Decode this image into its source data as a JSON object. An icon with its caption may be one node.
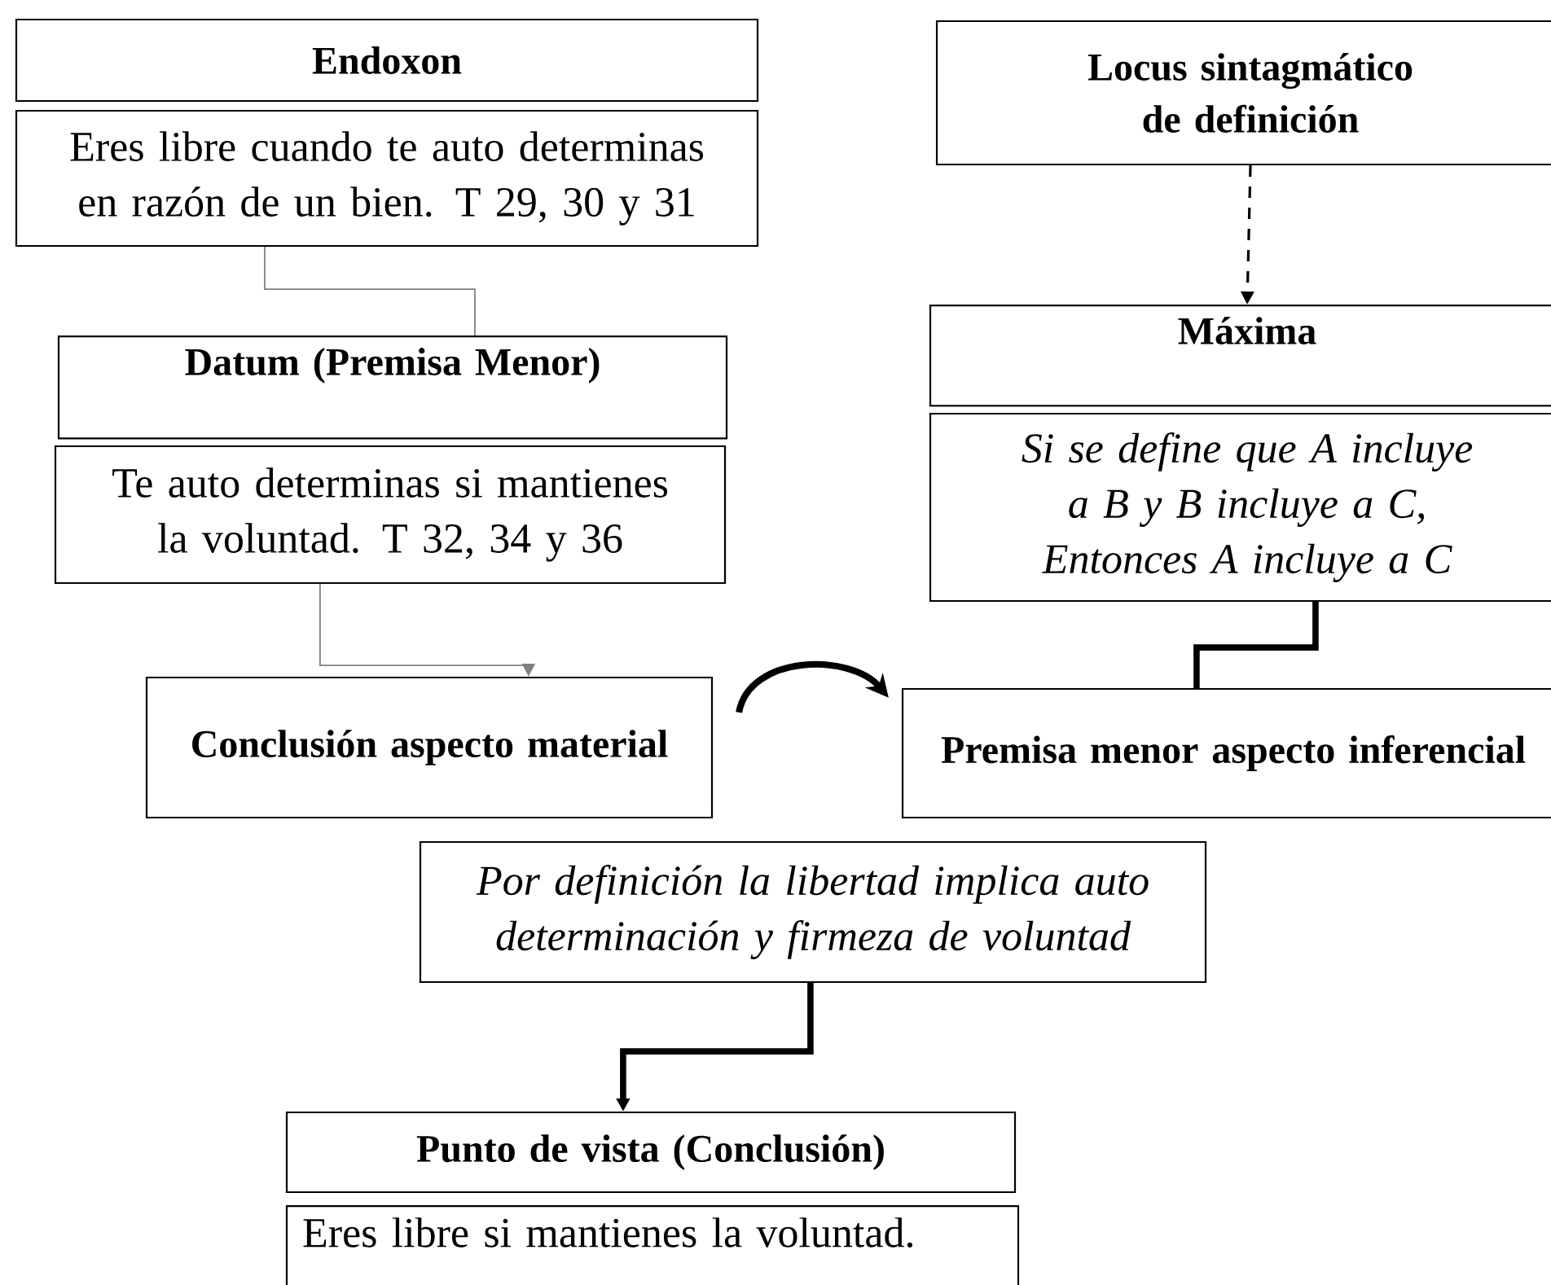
{
  "diagram": {
    "nodes": [
      {
        "text": [
          "Endoxon"
        ]
      },
      {
        "text": [
          "Eres libre cuando te auto determinas en razón de un bien. T 29, 30 y 31"
        ]
      },
      {
        "text": [
          "Datum (Premisa Menor)"
        ]
      },
      {
        "text": [
          "Te auto determinas si mantienes la voluntad. T  32, 34 y 36"
        ]
      },
      {
        "text": [
          "Conclusión aspecto material"
        ]
      },
      {
        "text": [
          "Locus sintagmático de definición"
        ]
      },
      {
        "text": [
          "Máxima"
        ]
      },
      {
        "text": [
          "Si se define que A incluye a B y B incluye a C, Entonces A incluye a C"
        ]
      },
      {
        "text": [
          "Premisa menor aspecto inferencial"
        ]
      },
      {
        "text": [
          "Por definición la libertad implica auto determinación y firmeza de voluntad"
        ]
      },
      {
        "text": [
          "Punto de vista (Conclusión)"
        ]
      },
      {
        "text": [
          "Eres libre si mantienes la voluntad."
        ]
      }
    ],
    "edges": [
      {
        "from": 1,
        "to": 2,
        "arrow": "none",
        "color": "#808080"
      },
      {
        "from": 3,
        "to": 4,
        "arrow": "to",
        "color": "#808080"
      },
      {
        "from": 5,
        "to": 6,
        "arrow": "to",
        "style": "dashed"
      },
      {
        "from": 7,
        "to": 8,
        "arrow": "none",
        "style": "thick"
      },
      {
        "from": 4,
        "to": 8,
        "arrow": "to",
        "style": "thick"
      },
      {
        "from": 9,
        "to": 10,
        "arrow": "to",
        "style": "thick"
      }
    ]
  }
}
